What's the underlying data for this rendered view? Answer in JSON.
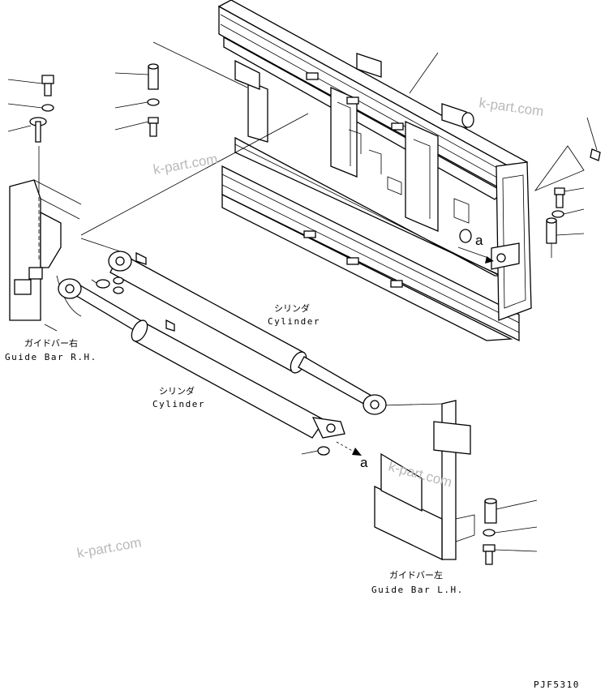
{
  "labels": {
    "cylinder_upper_jp": "シリンダ",
    "cylinder_upper_en": "Cylinder",
    "cylinder_lower_jp": "シリンダ",
    "cylinder_lower_en": "Cylinder",
    "guide_bar_rh_jp": "ガイドバー右",
    "guide_bar_rh_en": "Guide Bar R.H.",
    "guide_bar_lh_jp": "ガイドバー左",
    "guide_bar_lh_en": "Guide Bar L.H.",
    "ref_a_upper": "a",
    "ref_a_lower": "a",
    "drawing_number": "PJF5310"
  },
  "watermarks": [
    "k-part.com",
    "k-part.com",
    "k-part.com",
    "k-part.com"
  ],
  "colors": {
    "line": "#000000",
    "watermark": "#b9b9b9",
    "background": "#ffffff"
  }
}
